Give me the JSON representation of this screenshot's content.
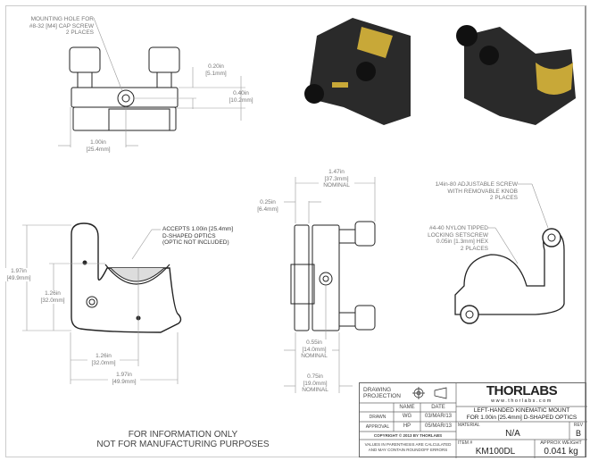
{
  "front_view": {
    "callout": [
      "MOUNTING HOLE FOR",
      "#8-32 [M4] CAP SCREW",
      "2 PLACES"
    ],
    "dim_height_small": [
      "0.20in",
      "[5.1mm]"
    ],
    "dim_height": [
      "0.40in",
      "[10.2mm]"
    ],
    "dim_width": [
      "1.00in",
      "[25.4mm]"
    ]
  },
  "plan_view": {
    "callout": [
      "ACCEPTS 1.00in [25.4mm]",
      "D-SHAPED OPTICS",
      "(OPTIC NOT INCLUDED)"
    ],
    "dim_height_total": [
      "1.97in",
      "[49.9mm]"
    ],
    "dim_height_center": [
      "1.26in",
      "[32.0mm]"
    ],
    "dim_width_center": [
      "1.26in",
      "[32.0mm]"
    ],
    "dim_width_total": [
      "1.97in",
      "[49.9mm]"
    ]
  },
  "side_view": {
    "dim_depth_total": [
      "1.47in",
      "[37.3mm]",
      "NOMINAL"
    ],
    "dim_plate": [
      "0.25in",
      "[6.4mm]"
    ],
    "dim_hole": [
      "0.55in",
      "[14.0mm]",
      "NOMINAL"
    ],
    "dim_body": [
      "0.75in",
      "[19.0mm]",
      "NOMINAL"
    ]
  },
  "rear_view": {
    "callout_screw": [
      "1/4in-80 ADJUSTABLE SCREW",
      "WITH REMOVABLE KNOB",
      "2 PLACES"
    ],
    "callout_setscrew": [
      "#4-40 NYLON TIPPED",
      "LOCKING SETSCREW",
      "0.05in [1.3mm] HEX",
      "2 PLACES"
    ]
  },
  "notice": [
    "FOR INFORMATION ONLY",
    "NOT FOR MANUFACTURING PURPOSES"
  ],
  "title_block": {
    "projection_label": [
      "DRAWING",
      "PROJECTION"
    ],
    "headers": {
      "name": "NAME",
      "date": "DATE"
    },
    "rows": [
      {
        "role": "DRAWN",
        "name": "WG",
        "date": "03/MAR/13"
      },
      {
        "role": "APPROVAL",
        "name": "HP",
        "date": "05/MAR/13"
      }
    ],
    "copyright": "COPYRIGHT © 2013 BY THORLABS",
    "disclaimer": [
      "VALUES IN PARENTHESIS ARE CALCULATED",
      "AND MAY CONTAIN ROUNDOFF ERRORS"
    ],
    "logo": "THORLABS",
    "website": "www.thorlabs.com",
    "description": [
      "LEFT-HANDED KINEMATIC MOUNT",
      "FOR 1.00in [25.4mm] D-SHAPED OPTICS"
    ],
    "material_label": "MATERIAL",
    "material": "N/A",
    "rev_label": "REV",
    "rev": "B",
    "item_label": "ITEM #",
    "item": "KM100DL",
    "weight_label": "APPROX WEIGHT",
    "weight": "0.041 kg"
  }
}
